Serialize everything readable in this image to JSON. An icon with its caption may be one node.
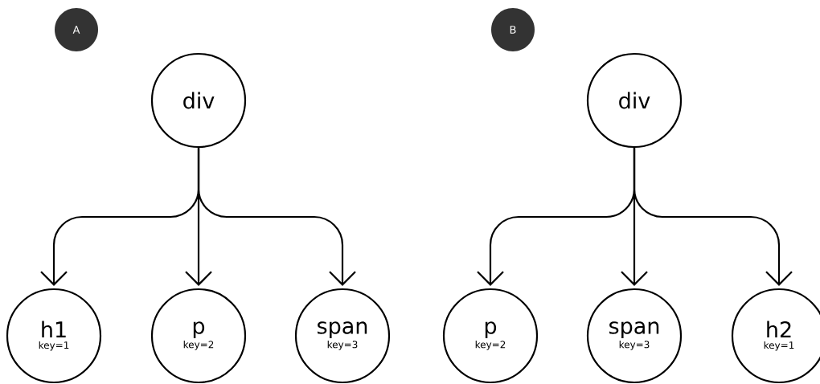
{
  "diagram": {
    "nodes": [
      {
        "text": [
          "A"
        ]
      },
      {
        "text": [
          "div"
        ]
      },
      {
        "text": [
          "h1",
          "key=1"
        ]
      },
      {
        "text": [
          "p",
          "key=2"
        ]
      },
      {
        "text": [
          "span",
          "key=3"
        ]
      },
      {
        "text": [
          "B"
        ]
      },
      {
        "text": [
          "div"
        ]
      },
      {
        "text": [
          "p",
          "key=2"
        ]
      },
      {
        "text": [
          "span",
          "key=3"
        ]
      },
      {
        "text": [
          "h2",
          "key=1"
        ]
      }
    ],
    "edges": [
      {
        "from": 1,
        "to": 2,
        "arrow": "to"
      },
      {
        "from": 1,
        "to": 3,
        "arrow": "to"
      },
      {
        "from": 1,
        "to": 4,
        "arrow": "to"
      },
      {
        "from": 6,
        "to": 7,
        "arrow": "to"
      },
      {
        "from": 6,
        "to": 8,
        "arrow": "to"
      },
      {
        "from": 6,
        "to": 9,
        "arrow": "to"
      }
    ]
  }
}
